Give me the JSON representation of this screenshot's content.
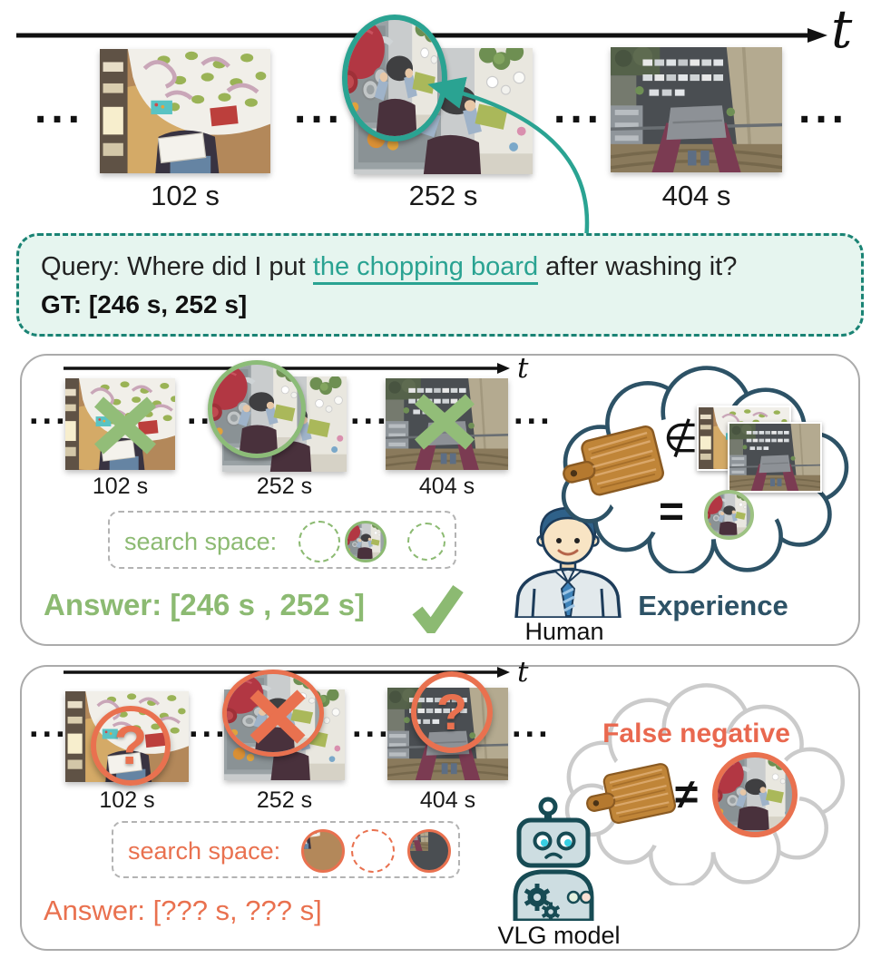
{
  "colors": {
    "teal": "#2aa392",
    "teal_dark": "#1a8374",
    "mint_bg": "#e6f5ef",
    "green": "#8cba72",
    "orange": "#e9714f",
    "slate": "#2d5266",
    "cloud_gray": "#cbcbcb",
    "black": "#1a1a1a"
  },
  "shared": {
    "ellipsis": "..."
  },
  "top": {
    "timeline_label": "t",
    "frames": [
      {
        "time": "102 s"
      },
      {
        "time": "252 s"
      },
      {
        "time": "404 s"
      }
    ]
  },
  "query_box": {
    "prefix": "Query: Where did I put ",
    "highlight": "the chopping board",
    "suffix": " after washing it?",
    "gt": "GT: [246 s, 252 s]"
  },
  "human_panel": {
    "timeline_label": "t",
    "frames": [
      {
        "time": "102 s"
      },
      {
        "time": "252 s"
      },
      {
        "time": "404 s"
      }
    ],
    "search_space_label": "search space:",
    "answer": "Answer: [246 s , 252 s]",
    "figure_label": "Human",
    "cloud": {
      "not_element_of": "∉",
      "equals": "=",
      "caption": "Experience"
    }
  },
  "model_panel": {
    "timeline_label": "t",
    "frames": [
      {
        "time": "102 s"
      },
      {
        "time": "252 s"
      },
      {
        "time": "404 s"
      }
    ],
    "question_mark": "?",
    "search_space_label": "search space:",
    "answer": "Answer: [??? s, ??? s]",
    "figure_label": "VLG model",
    "cloud": {
      "title": "False negative",
      "not_equals": "≠"
    }
  }
}
